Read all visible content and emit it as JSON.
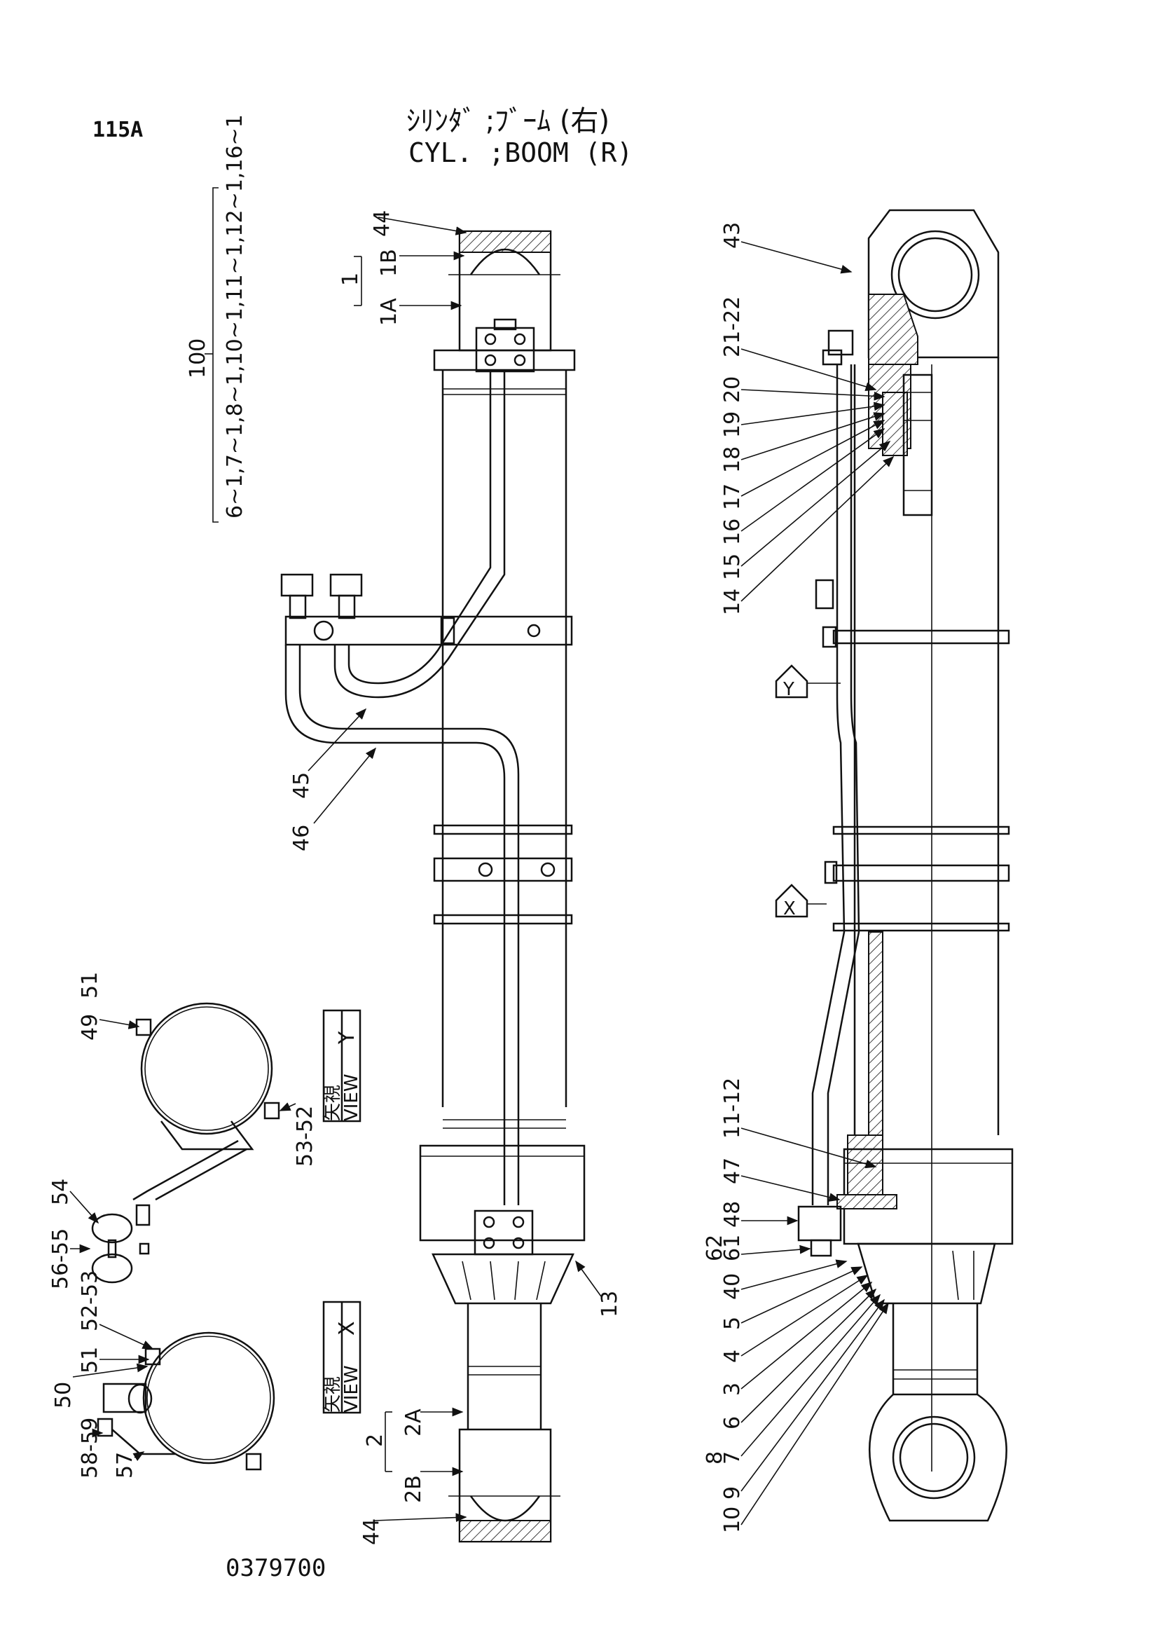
{
  "header": {
    "page_no": "115A",
    "title_jp": "ｼﾘﾝﾀﾞ ;ﾌﾞｰﾑ (右)",
    "title_en": "CYL. ;BOOM (R)"
  },
  "footer": {
    "drawing_no": "0379700"
  },
  "kit": {
    "number": "100",
    "contents": "6~1,7~1,8~1,10~1,11~1,12~1,16~1"
  },
  "views": {
    "view_y": {
      "kanji": "矢視",
      "word": "VIEW",
      "letter": "Y"
    },
    "view_x": {
      "kanji": "矢視",
      "word": "VIEW",
      "letter": "X"
    },
    "marker_y": "Y",
    "marker_x": "X"
  },
  "callouts": {
    "c44_top": "44",
    "c1": "1",
    "c1B": "1B",
    "c1A": "1A",
    "c45": "45",
    "c46": "46",
    "c13": "13",
    "c2": "2",
    "c2A": "2A",
    "c2B": "2B",
    "c44_bot": "44",
    "c43": "43",
    "c21_22": "21-22",
    "c20": "20",
    "c19": "19",
    "c18": "18",
    "c17": "17",
    "c16": "16",
    "c15": "15",
    "c14": "14",
    "c11_12": "11-12",
    "c47": "47",
    "c48": "48",
    "c62": "62",
    "c61": "61",
    "c40": "40",
    "c5": "5",
    "c4": "4",
    "c3": "3",
    "c6": "6",
    "c7": "7",
    "c8": "8",
    "c9": "9",
    "c10": "10",
    "c51_y": "51",
    "c49": "49",
    "c53_52": "53-52",
    "c54": "54",
    "c56_55": "56-55",
    "c52_53": "52-53",
    "c51_x": "51",
    "c50": "50",
    "c58_59": "58-59",
    "c57": "57"
  }
}
